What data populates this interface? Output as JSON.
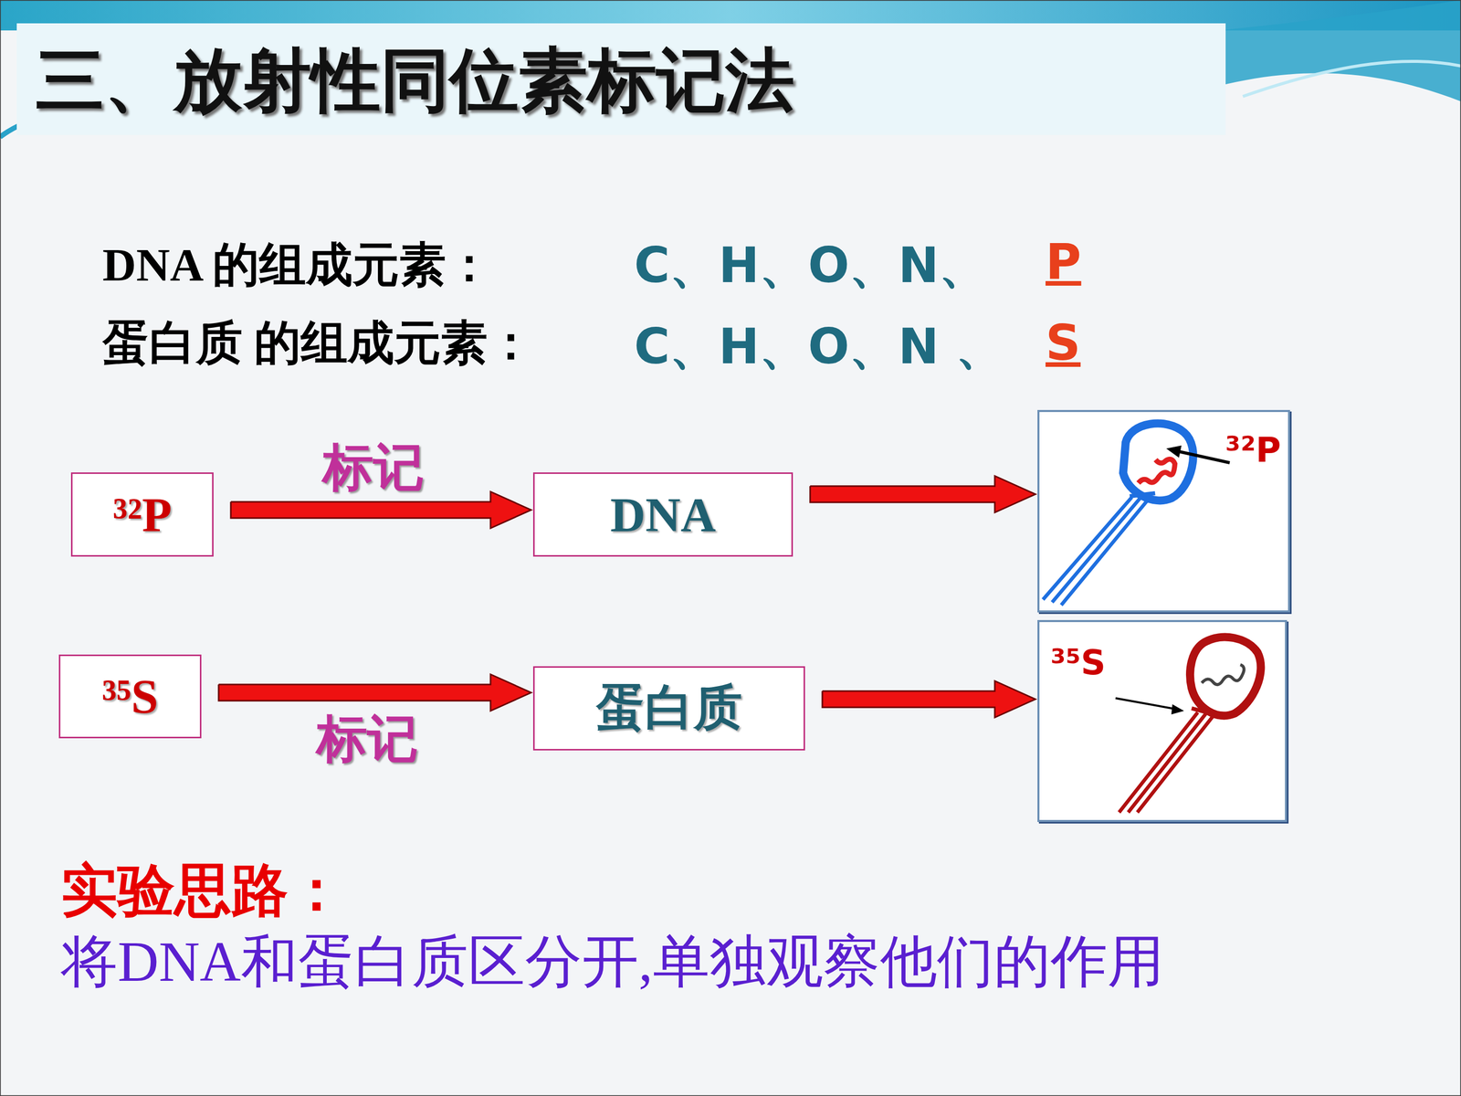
{
  "diagram": {
    "title": "三、放射性同位素标记法",
    "nodes": [
      {
        "text": [
          "³²P"
        ]
      },
      {
        "text": [
          "DNA"
        ]
      },
      {
        "text": [
          "³²P"
        ]
      },
      {
        "text": [
          "³⁵S"
        ]
      },
      {
        "text": [
          "蛋白质"
        ]
      },
      {
        "text": [
          "³⁵S"
        ]
      }
    ],
    "edges": [
      {
        "from": 0,
        "to": 1,
        "arrow": "to",
        "label": "标记"
      },
      {
        "from": 1,
        "to": 2,
        "arrow": "to"
      },
      {
        "from": 3,
        "to": 4,
        "arrow": "to",
        "label": "标记"
      },
      {
        "from": 4,
        "to": 5,
        "arrow": "to"
      }
    ],
    "labels": [
      "DNA 的组成元素：",
      "C、H、O、N、",
      "P",
      "蛋白质 的组成元素：",
      "C、H、O、N 、",
      "S",
      "实验思路：",
      "将DNA和蛋白质区分开,单独观察他们的作用"
    ]
  }
}
